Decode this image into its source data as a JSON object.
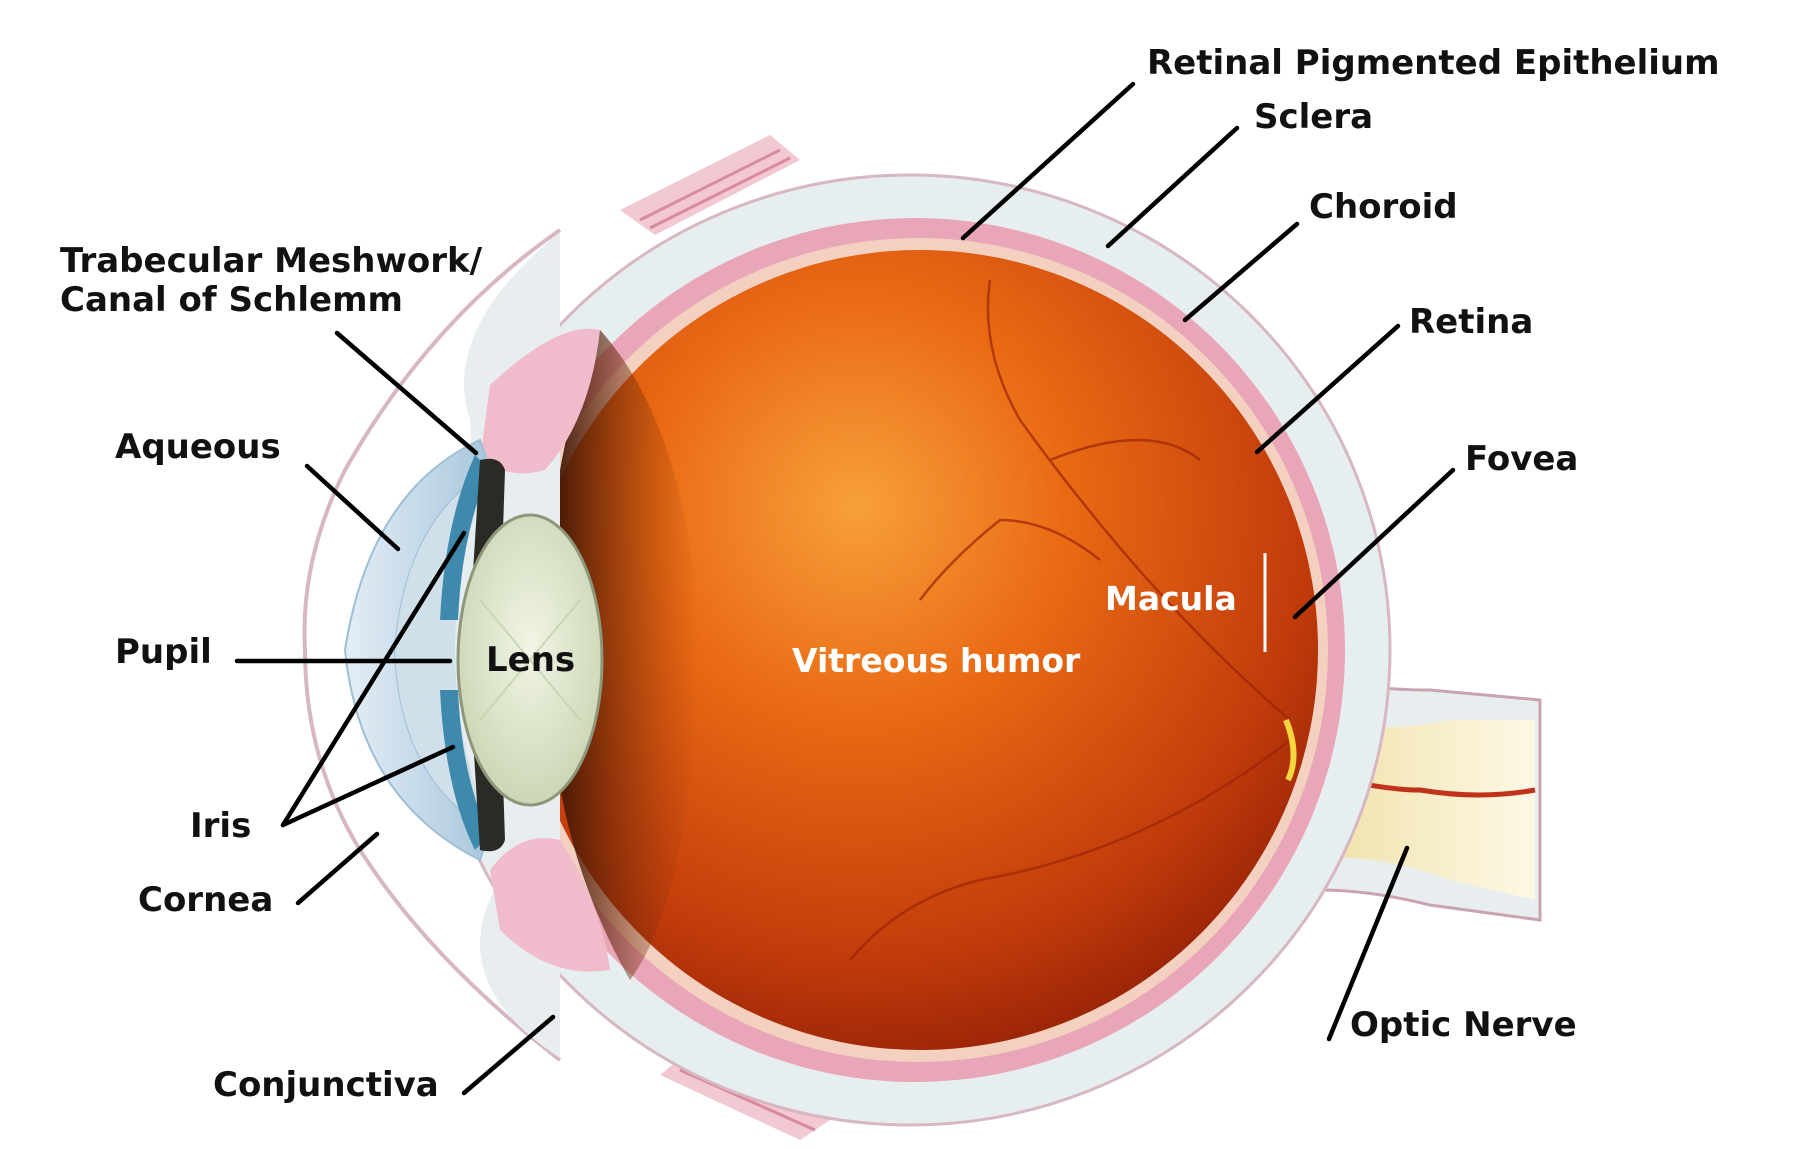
{
  "labels": {
    "rpe": "Retinal Pigmented Epithelium",
    "sclera": "Sclera",
    "choroid": "Choroid",
    "retina": "Retina",
    "fovea": "Fovea",
    "trabecular_1": "Trabecular Meshwork/",
    "trabecular_2": "Canal of Schlemm",
    "aqueous": "Aqueous",
    "pupil": "Pupil",
    "iris": "Iris",
    "cornea": "Cornea",
    "conjunctiva": "Conjunctiva",
    "lens": "Lens",
    "vitreous": "Vitreous humor",
    "macula": "Macula",
    "optic_nerve": "Optic Nerve"
  },
  "colors": {
    "vitreous_core": "#f07a1a",
    "vitreous_edge": "#a81f08",
    "sclera": "#e6eef0",
    "choroid": "#e9a6b8",
    "lens": "#dfe8cc",
    "cornea": "#b8d4e6",
    "iris": "#4a8fb0"
  }
}
